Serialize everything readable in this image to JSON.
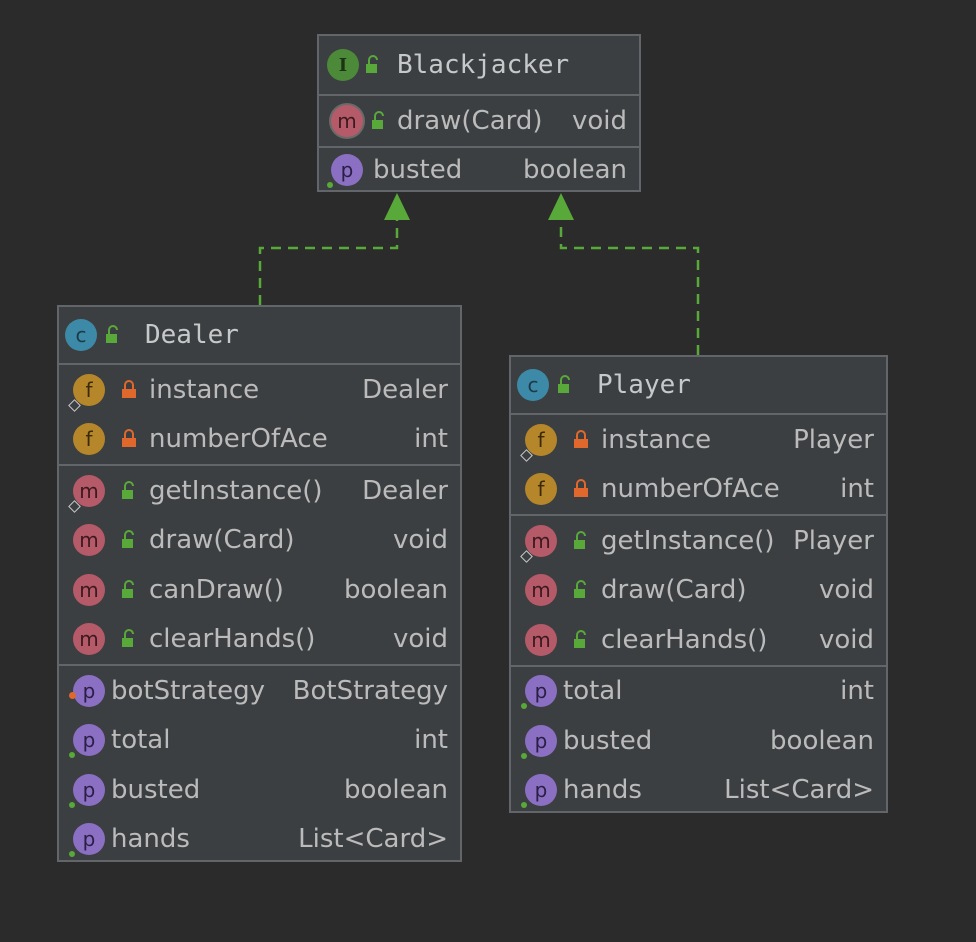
{
  "interface": {
    "name": "Blackjacker",
    "badge": "I",
    "methods": [
      {
        "name": "draw(Card)",
        "type": "void",
        "badge": "m"
      }
    ],
    "properties": [
      {
        "name": "busted",
        "type": "boolean",
        "badge": "p"
      }
    ]
  },
  "dealer": {
    "name": "Dealer",
    "badge": "c",
    "fields": [
      {
        "name": "instance",
        "type": "Dealer",
        "badge": "f",
        "static": true
      },
      {
        "name": "numberOfAce",
        "type": "int",
        "badge": "f"
      }
    ],
    "methods": [
      {
        "name": "getInstance()",
        "type": "Dealer",
        "badge": "m",
        "static": true
      },
      {
        "name": "draw(Card)",
        "type": "void",
        "badge": "m"
      },
      {
        "name": "canDraw()",
        "type": "boolean",
        "badge": "m"
      },
      {
        "name": "clearHands()",
        "type": "void",
        "badge": "m"
      }
    ],
    "properties": [
      {
        "name": "botStrategy",
        "type": "BotStrategy",
        "badge": "p"
      },
      {
        "name": "total",
        "type": "int",
        "badge": "p"
      },
      {
        "name": "busted",
        "type": "boolean",
        "badge": "p"
      },
      {
        "name": "hands",
        "type": "List<Card>",
        "badge": "p"
      }
    ]
  },
  "player": {
    "name": "Player",
    "badge": "c",
    "fields": [
      {
        "name": "instance",
        "type": "Player",
        "badge": "f",
        "static": true
      },
      {
        "name": "numberOfAce",
        "type": "int",
        "badge": "f"
      }
    ],
    "methods": [
      {
        "name": "getInstance()",
        "type": "Player",
        "badge": "m",
        "static": true
      },
      {
        "name": "draw(Card)",
        "type": "void",
        "badge": "m"
      },
      {
        "name": "clearHands()",
        "type": "void",
        "badge": "m"
      }
    ],
    "properties": [
      {
        "name": "total",
        "type": "int",
        "badge": "p"
      },
      {
        "name": "busted",
        "type": "boolean",
        "badge": "p"
      },
      {
        "name": "hands",
        "type": "List<Card>",
        "badge": "p"
      }
    ]
  },
  "colors": {
    "background": "#2b2b2b",
    "box": "#3c3f41",
    "border": "#62656a",
    "arrow": "#59a83a",
    "lock_public": "#59a83a",
    "lock_private": "#e0682d"
  }
}
